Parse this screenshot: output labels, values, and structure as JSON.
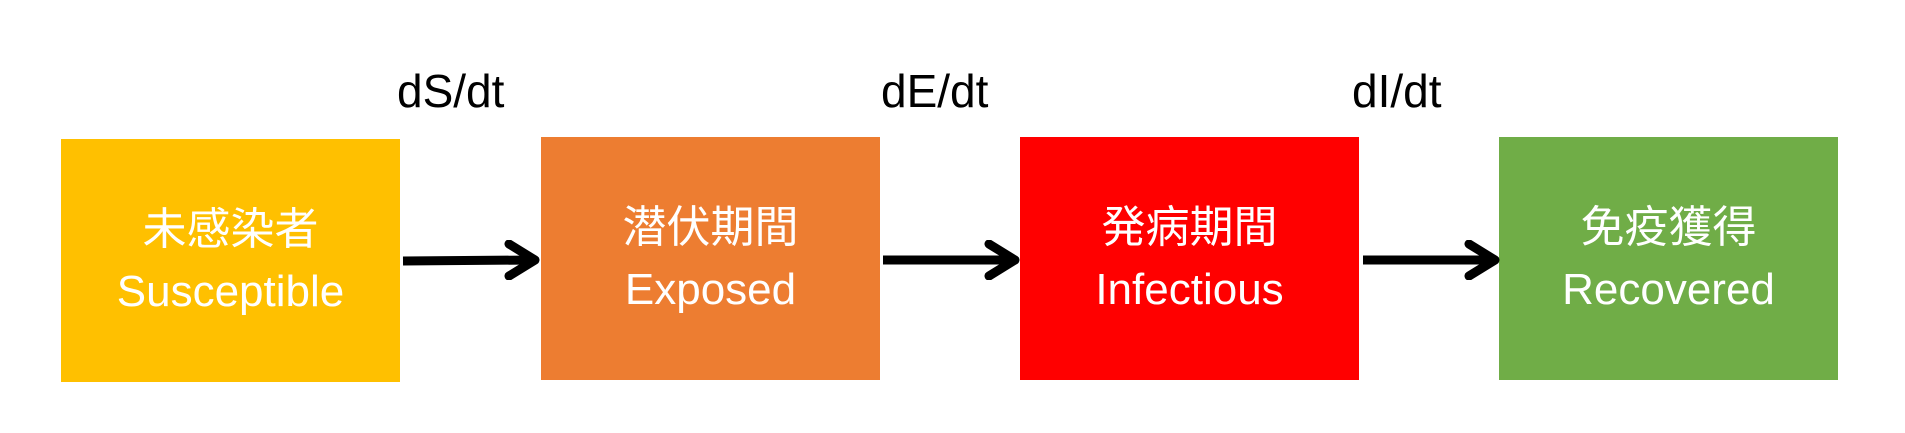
{
  "compartments": [
    {
      "jp": "未感染者",
      "en": "Susceptible",
      "color": "#FFC000"
    },
    {
      "jp": "潜伏期間",
      "en": "Exposed",
      "color": "#ED7D31"
    },
    {
      "jp": "発病期間",
      "en": "Infectious",
      "color": "#FF0000"
    },
    {
      "jp": "免疫獲得",
      "en": "Recovered",
      "color": "#70AD47"
    }
  ],
  "rates": [
    "dS/dt",
    "dE/dt",
    "dI/dt"
  ]
}
